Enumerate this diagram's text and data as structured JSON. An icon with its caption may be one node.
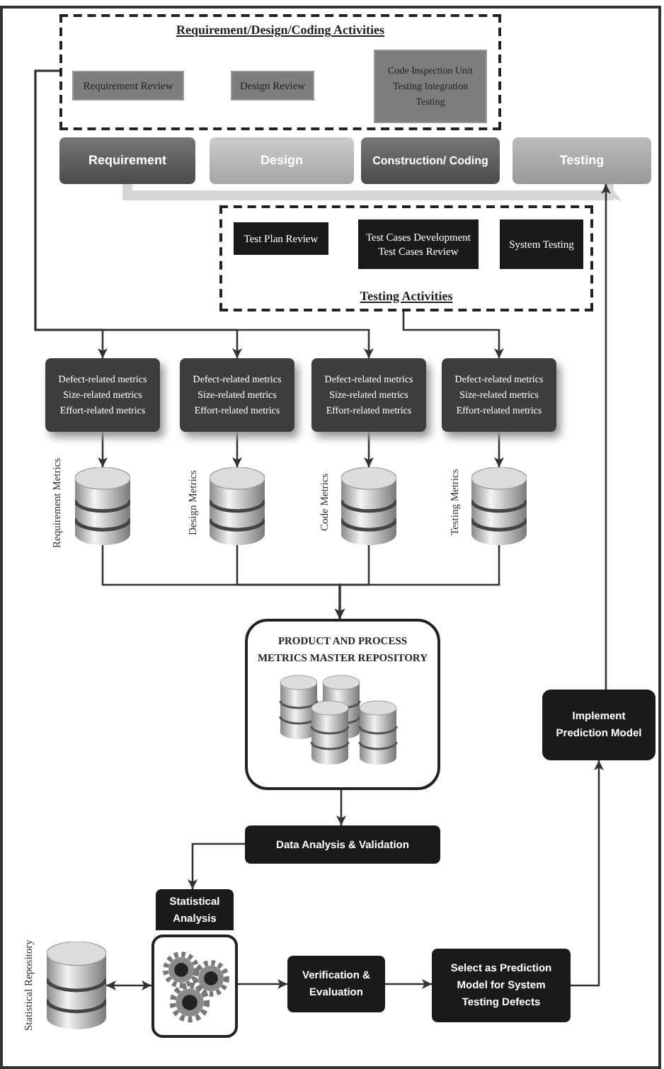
{
  "diagram": {
    "nodes": [
      {
        "text": [
          "Requirement/Design/Coding Activities"
        ]
      },
      {
        "text": [
          "Requirement Review"
        ],
        "in": 0
      },
      {
        "text": [
          "Design Review"
        ],
        "in": 0
      },
      {
        "text": [
          "Code Inspection Unit Testing Integration Testing"
        ],
        "in": 0
      },
      {
        "text": [
          "Requirement"
        ]
      },
      {
        "text": [
          "Design"
        ]
      },
      {
        "text": [
          "Construction/ Coding"
        ]
      },
      {
        "text": [
          "Testing"
        ]
      },
      {
        "text": [
          "Testing Activities"
        ]
      },
      {
        "text": [
          "Test Plan Review"
        ],
        "in": 8
      },
      {
        "text": [
          "Test Cases Development Test Cases Review"
        ],
        "in": 8
      },
      {
        "text": [
          "System Testing"
        ],
        "in": 8
      },
      {
        "text": [
          "Defect-related metrics",
          "Size-related metrics",
          "Effort-related metrics"
        ]
      },
      {
        "text": [
          "Defect-related metrics",
          "Size-related metrics",
          "Effort-related metrics"
        ]
      },
      {
        "text": [
          "Defect-related metrics",
          "Size-related metrics",
          "Effort-related metrics"
        ]
      },
      {
        "text": [
          "Defect-related metrics",
          "Size-related metrics",
          "Effort-related metrics"
        ]
      },
      {
        "text": [],
        "shape": "cylinder",
        "beside": [
          "Requirement Metrics"
        ]
      },
      {
        "text": [],
        "shape": "cylinder",
        "beside": [
          "Design Metrics"
        ]
      },
      {
        "text": [],
        "shape": "cylinder",
        "beside": [
          "Code Metrics"
        ]
      },
      {
        "text": [],
        "shape": "cylinder",
        "beside": [
          "Testing Metrics"
        ]
      },
      {
        "text": [
          "PRODUCT AND PROCESS METRICS MASTER REPOSITORY"
        ]
      },
      {
        "text": [
          "Data Analysis & Validation"
        ]
      },
      {
        "text": [
          "Statistical Analysis"
        ]
      },
      {
        "text": [],
        "shape": "picture"
      },
      {
        "text": [],
        "shape": "cylinder",
        "beside": [
          "Statistical Repository"
        ]
      },
      {
        "text": [
          "Verification & Evaluation"
        ]
      },
      {
        "text": [
          "Select as Prediction Model for System Testing Defects"
        ]
      },
      {
        "text": [
          "Implement Prediction Model"
        ]
      }
    ],
    "edges": [
      {
        "from": 4,
        "to": 7,
        "arrow": "to",
        "style": "thick",
        "color": "#d6d6d6"
      },
      {
        "from": 0,
        "to": 12,
        "arrow": "to"
      },
      {
        "from": 0,
        "to": 13,
        "arrow": "to"
      },
      {
        "from": 0,
        "to": 14,
        "arrow": "to"
      },
      {
        "from": 8,
        "to": 15,
        "arrow": "to"
      },
      {
        "from": 12,
        "to": 16,
        "arrow": "to"
      },
      {
        "from": 13,
        "to": 17,
        "arrow": "to"
      },
      {
        "from": 14,
        "to": 18,
        "arrow": "to"
      },
      {
        "from": 15,
        "to": 19,
        "arrow": "to"
      },
      {
        "from": 16,
        "to": 20,
        "arrow": "to"
      },
      {
        "from": 17,
        "to": 20,
        "arrow": "to"
      },
      {
        "from": 18,
        "to": 20,
        "arrow": "to"
      },
      {
        "from": 19,
        "to": 20,
        "arrow": "to"
      },
      {
        "from": 20,
        "to": 21,
        "arrow": "to"
      },
      {
        "from": 21,
        "to": 22,
        "arrow": "to"
      },
      {
        "from": 24,
        "to": 23,
        "arrow": "both"
      },
      {
        "from": 23,
        "to": 25,
        "arrow": "to"
      },
      {
        "from": 25,
        "to": 26,
        "arrow": "to"
      },
      {
        "from": 26,
        "to": 27,
        "arrow": "to"
      },
      {
        "from": 27,
        "to": 7,
        "arrow": "to"
      }
    ]
  }
}
